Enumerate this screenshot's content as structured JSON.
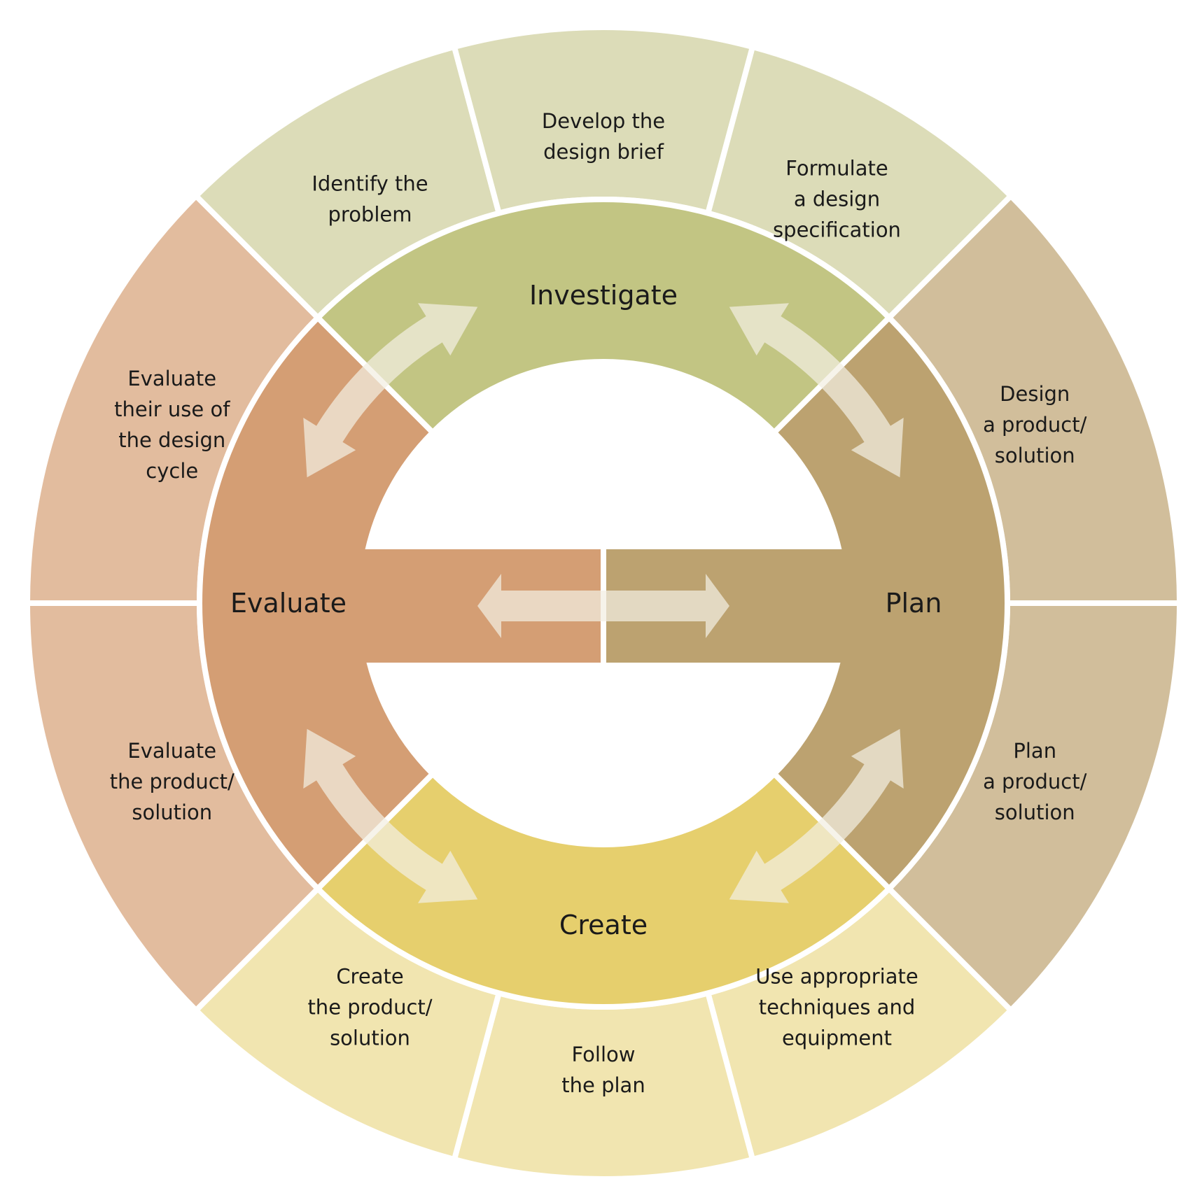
{
  "stages": [
    {
      "id": "investigate",
      "label": "Investigate",
      "color": "#c2c583"
    },
    {
      "id": "plan",
      "label": "Plan",
      "color": "#bca270"
    },
    {
      "id": "create",
      "label": "Create",
      "color": "#e6cf6d"
    },
    {
      "id": "evaluate",
      "label": "Evaluate",
      "color": "#d49e74"
    }
  ],
  "steps": [
    {
      "stage": "investigate",
      "lines": [
        "Identify the",
        "problem"
      ]
    },
    {
      "stage": "investigate",
      "lines": [
        "Develop the",
        "design brief"
      ]
    },
    {
      "stage": "investigate",
      "lines": [
        "Formulate",
        "a design",
        "specification"
      ]
    },
    {
      "stage": "plan",
      "lines": [
        "Design",
        "a product/",
        "solution"
      ]
    },
    {
      "stage": "plan",
      "lines": [
        "Plan",
        "a product/",
        "solution"
      ]
    },
    {
      "stage": "create",
      "lines": [
        "Use appropriate",
        "techniques and",
        "equipment"
      ]
    },
    {
      "stage": "create",
      "lines": [
        "Follow",
        "the plan"
      ]
    },
    {
      "stage": "create",
      "lines": [
        "Create",
        "the product/",
        "solution"
      ]
    },
    {
      "stage": "evaluate",
      "lines": [
        "Evaluate",
        "the product/",
        "solution"
      ]
    },
    {
      "stage": "evaluate",
      "lines": [
        "Evaluate",
        "their use of",
        "the design",
        "cycle"
      ]
    }
  ],
  "outer_colors": {
    "investigate": "#dcdcb8",
    "plan": "#d1be9b",
    "create": "#f1e5b0",
    "evaluate": "#e2bc9e"
  },
  "arrow_color": "#f3eee2"
}
